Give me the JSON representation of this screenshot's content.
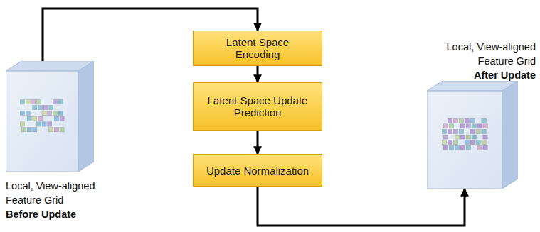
{
  "diagram": {
    "nodes": [
      {
        "text": [
          "Local, View-aligned Feature Grid",
          "Before Update"
        ]
      },
      {
        "text": [
          "Latent Space Encoding"
        ]
      },
      {
        "text": [
          "Latent Space Update Prediction"
        ]
      },
      {
        "text": [
          "Update Normalization"
        ]
      },
      {
        "text": [
          "Local, View-aligned Feature Grid",
          "After Update"
        ]
      }
    ],
    "edges": [
      {
        "from": 0,
        "to": 1,
        "arrow": "to"
      },
      {
        "from": 1,
        "to": 2,
        "arrow": "to"
      },
      {
        "from": 2,
        "to": 3,
        "arrow": "to"
      },
      {
        "from": 3,
        "to": 4,
        "arrow": "to"
      }
    ]
  }
}
